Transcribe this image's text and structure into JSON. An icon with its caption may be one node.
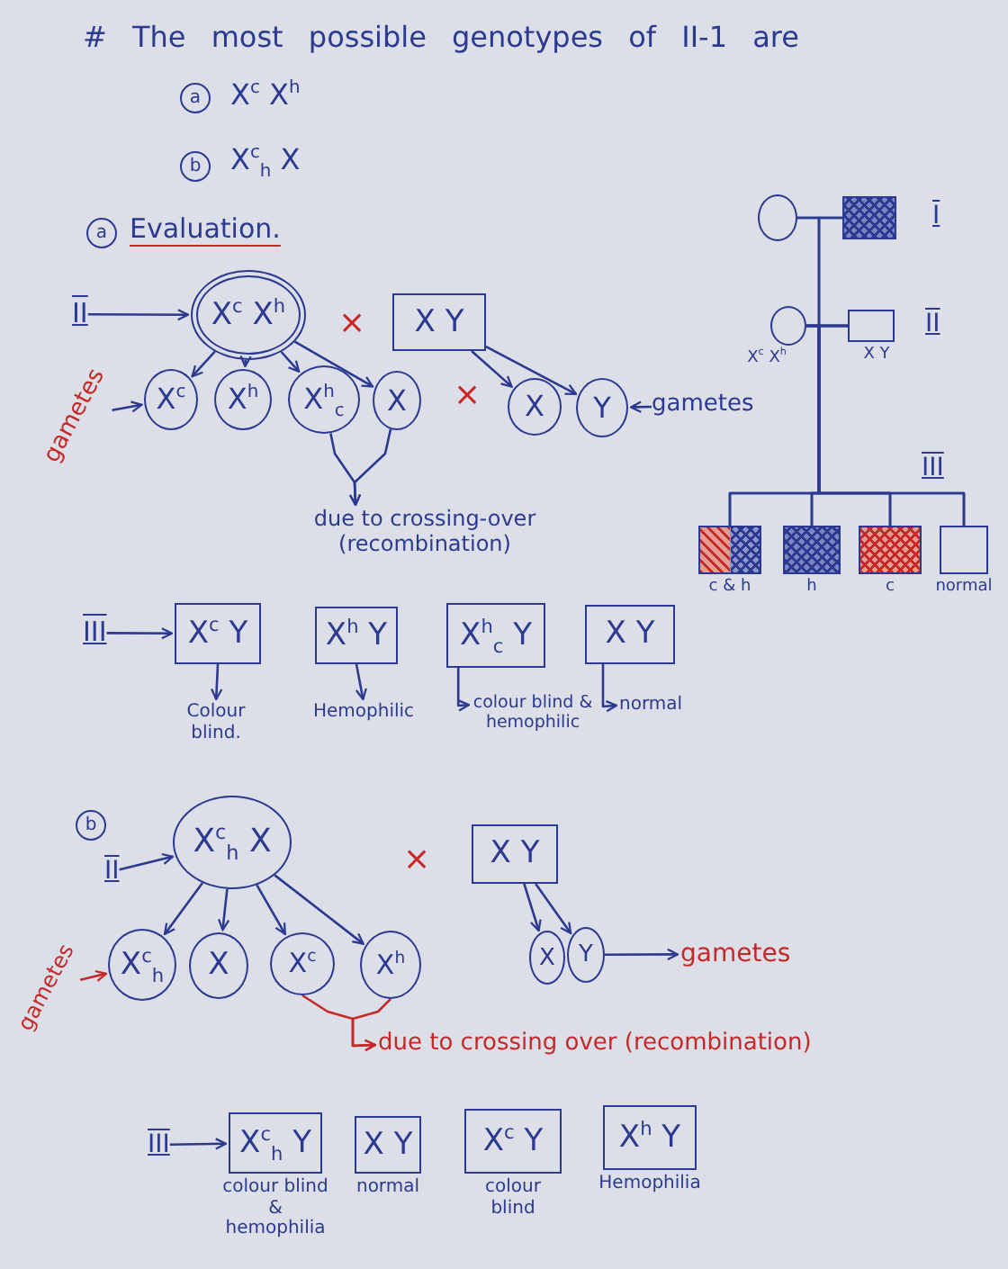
{
  "diagram": {
    "title": "# The most possible genotypes of II-1 are",
    "nodes": [
      {
        "text": [
          "II"
        ]
      },
      {
        "text": [
          "X$^{c}$ X$^{h}$"
        ]
      },
      {
        "text": [
          "X Y"
        ]
      },
      {
        "text": [
          "gametes"
        ]
      },
      {
        "text": [
          "X$^{c}$"
        ]
      },
      {
        "text": [
          "X$^{h}$"
        ]
      },
      {
        "text": [
          "X$^{h}$$_{c}$"
        ]
      },
      {
        "text": [
          "X"
        ]
      },
      {
        "text": [
          "X"
        ]
      },
      {
        "text": [
          "Y"
        ]
      },
      {
        "text": [
          "gametes"
        ]
      },
      {
        "text": [
          "due to crossing-over (recombination)"
        ]
      },
      {
        "text": [],
        "shape": "circle"
      },
      {
        "text": [],
        "shape": "box"
      },
      {
        "text": [],
        "shape": "circle",
        "beside": [
          "X$^{c}$ X$^{h}$"
        ]
      },
      {
        "text": [],
        "shape": "box",
        "beside": [
          "X Y"
        ]
      },
      {
        "text": [],
        "shape": "box",
        "beside": [
          "c & h"
        ]
      },
      {
        "text": [],
        "shape": "box",
        "beside": [
          "h"
        ]
      },
      {
        "text": [],
        "shape": "box",
        "beside": [
          "c"
        ]
      },
      {
        "text": [],
        "shape": "box",
        "beside": [
          "normal"
        ]
      },
      {
        "text": [
          "III"
        ]
      },
      {
        "text": [
          "X$^{c}$ Y"
        ]
      },
      {
        "text": [
          "X$^{h}$ Y"
        ]
      },
      {
        "text": [
          "X$^{h}$$_{c}$ Y"
        ]
      },
      {
        "text": [
          "X Y"
        ]
      },
      {
        "text": [
          "Colour blind."
        ]
      },
      {
        "text": [
          "Hemophilic"
        ]
      },
      {
        "text": [
          "colour blind & hemophilic"
        ]
      },
      {
        "text": [
          "normal"
        ]
      },
      {
        "text": [
          "II"
        ]
      },
      {
        "text": [
          "X$^{c}$$_{h}$ X"
        ]
      },
      {
        "text": [
          "X Y"
        ]
      },
      {
        "text": [
          "gametes"
        ]
      },
      {
        "text": [
          "X$^{c}$$_{h}$"
        ]
      },
      {
        "text": [
          "X"
        ]
      },
      {
        "text": [
          "X$^{c}$"
        ]
      },
      {
        "text": [
          "X$^{h}$"
        ]
      },
      {
        "text": [
          "X"
        ]
      },
      {
        "text": [
          "Y"
        ]
      },
      {
        "text": [
          "gametes"
        ]
      },
      {
        "text": [
          "due to crossing over (recombination)"
        ]
      },
      {
        "text": [
          "III"
        ]
      },
      {
        "text": [
          "X$^{c}$$_{h}$ Y"
        ],
        "beside": [
          "colour blind & hemophilia"
        ]
      },
      {
        "text": [
          "X Y"
        ],
        "beside": [
          "normal"
        ]
      },
      {
        "text": [
          "X$^{c}$ Y"
        ],
        "beside": [
          "colour blind"
        ]
      },
      {
        "text": [
          "X$^{h}$ Y"
        ],
        "beside": [
          "Hemophilia"
        ]
      }
    ],
    "edges": [
      {
        "from": 0,
        "to": 1,
        "arrow": "to"
      },
      {
        "from": 1,
        "to": 4,
        "arrow": "to"
      },
      {
        "from": 1,
        "to": 5,
        "arrow": "to"
      },
      {
        "from": 1,
        "to": 6,
        "arrow": "to"
      },
      {
        "from": 1,
        "to": 7,
        "arrow": "to"
      },
      {
        "from": 2,
        "to": 8,
        "arrow": "to"
      },
      {
        "from": 2,
        "to": 9,
        "arrow": "to"
      },
      {
        "from": 3,
        "to": 4,
        "arrow": "to"
      },
      {
        "from": 10,
        "to": 9,
        "arrow": "to"
      },
      {
        "from": 6,
        "to": 11,
        "arrow": "to"
      },
      {
        "from": 7,
        "to": 11,
        "arrow": "to"
      },
      {
        "from": 12,
        "to": 13,
        "arrow": "none"
      },
      {
        "from": 12,
        "to": 14,
        "arrow": "none"
      },
      {
        "from": 13,
        "to": 14,
        "arrow": "none"
      },
      {
        "from": 14,
        "to": 15,
        "arrow": "none"
      },
      {
        "from": 14,
        "to": 16,
        "arrow": "none"
      },
      {
        "from": 14,
        "to": 17,
        "arrow": "none"
      },
      {
        "from": 14,
        "to": 18,
        "arrow": "none"
      },
      {
        "from": 14,
        "to": 19,
        "arrow": "none"
      },
      {
        "from": 15,
        "to": 16,
        "arrow": "none"
      },
      {
        "from": 15,
        "to": 17,
        "arrow": "none"
      },
      {
        "from": 15,
        "to": 18,
        "arrow": "none"
      },
      {
        "from": 15,
        "to": 19,
        "arrow": "none"
      },
      {
        "from": 20,
        "to": 21,
        "arrow": "to"
      },
      {
        "from": 21,
        "to": 25,
        "arrow": "to"
      },
      {
        "from": 22,
        "to": 26,
        "arrow": "to"
      },
      {
        "from": 23,
        "to": 27,
        "arrow": "to"
      },
      {
        "from": 24,
        "to": 28,
        "arrow": "to"
      },
      {
        "from": 29,
        "to": 30,
        "arrow": "to"
      },
      {
        "from": 30,
        "to": 33,
        "arrow": "to"
      },
      {
        "from": 30,
        "to": 34,
        "arrow": "to"
      },
      {
        "from": 30,
        "to": 35,
        "arrow": "to"
      },
      {
        "from": 30,
        "to": 36,
        "arrow": "to"
      },
      {
        "from": 31,
        "to": 37,
        "arrow": "to"
      },
      {
        "from": 31,
        "to": 38,
        "arrow": "to"
      },
      {
        "from": 32,
        "to": 33,
        "arrow": "to",
        "color": "#c62828"
      },
      {
        "from": 38,
        "to": 39,
        "arrow": "to"
      },
      {
        "from": 35,
        "to": 40,
        "arrow": "to",
        "color": "#c62828"
      },
      {
        "from": 36,
        "to": 40,
        "arrow": "to",
        "color": "#c62828"
      },
      {
        "from": 41,
        "to": 42,
        "arrow": "to"
      }
    ],
    "labels": [
      "a",
      "X$^{c}$ X$^{h}$",
      "b",
      "X$^{c}$$_{h}$ X",
      "a",
      "Evaluation.",
      "I",
      "II",
      "×",
      "×",
      "III",
      "b",
      "×"
    ]
  }
}
